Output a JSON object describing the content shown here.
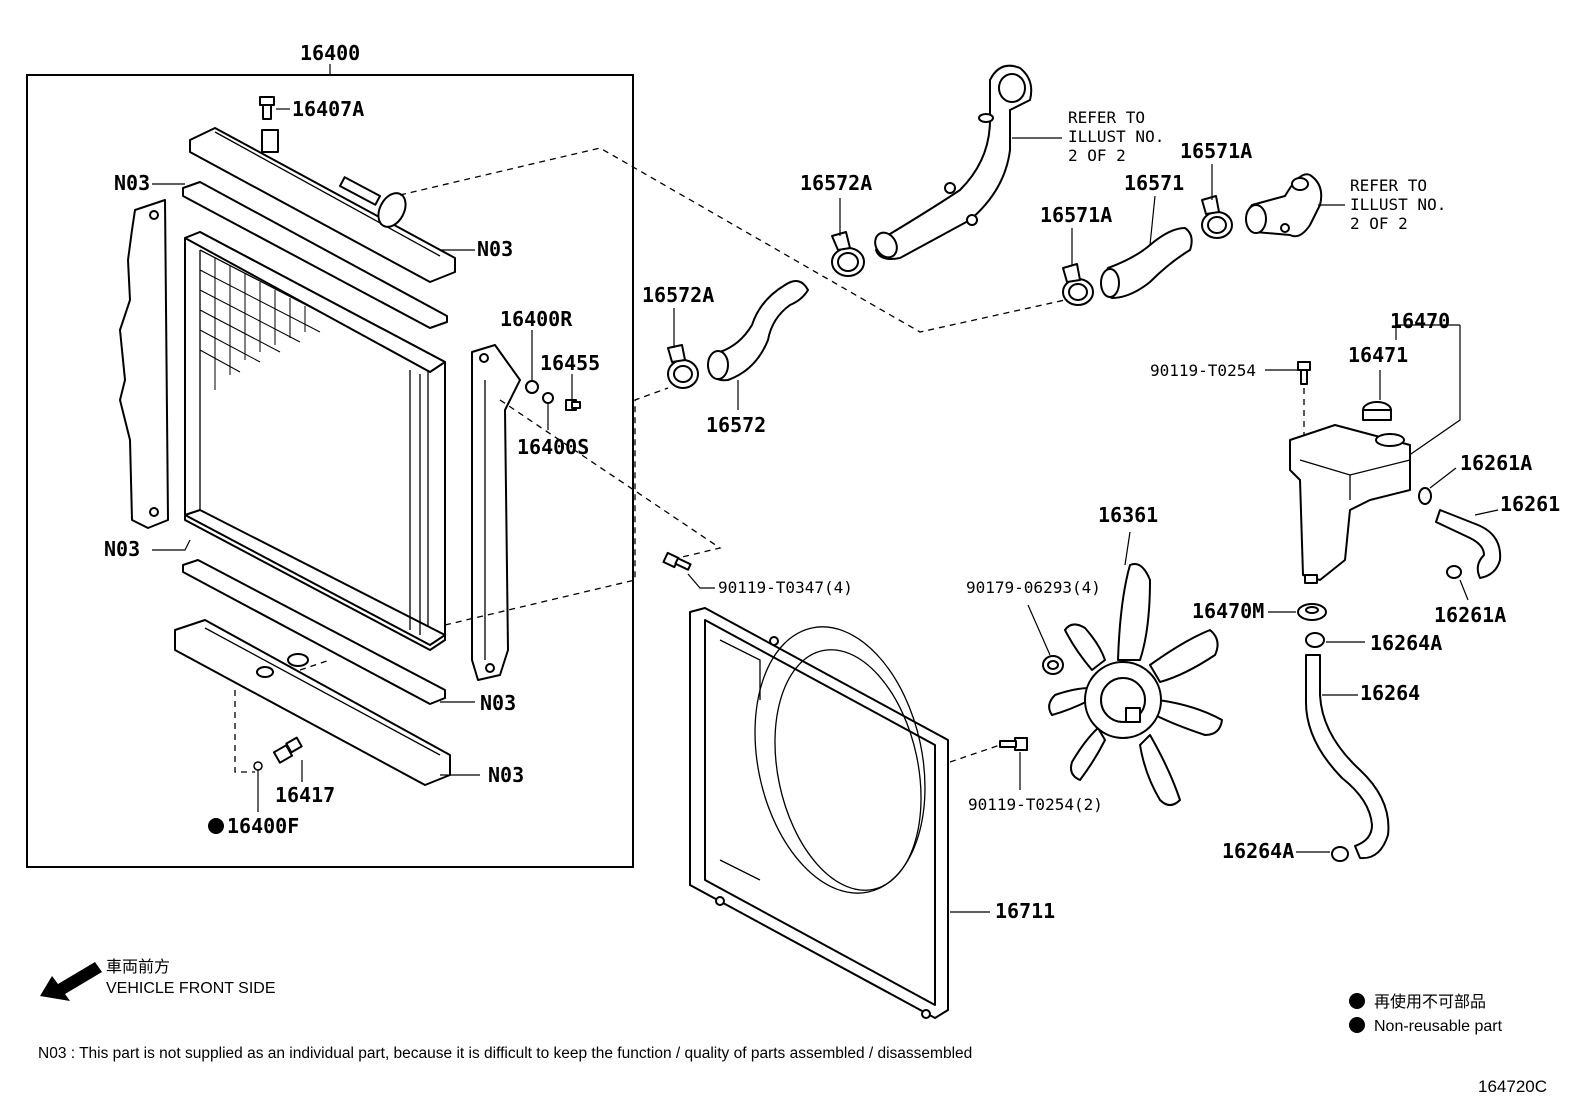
{
  "labels": {
    "radiator_assy": "16400",
    "drain_cock_plug": "16407A",
    "gasket_upper": "N03",
    "tank_upper": "N03",
    "support_left_lower": "N03",
    "gasket_lower": "N03",
    "tank_lower": "N03",
    "bracket_r": "16400R",
    "bushing": "16455",
    "bracket_s": "16400S",
    "drain_plug": "16417",
    "o_ring": "16400F",
    "hose_16572A_top": "16572A",
    "hose_16572A_left": "16572A",
    "hose_16572": "16572",
    "hose_16571A_left": "16571A",
    "hose_16571": "16571",
    "hose_16571A_right": "16571A",
    "bolt_t0347": "90119-T0347(4)",
    "nut_06293": "90179-06293(4)",
    "fan": "16361",
    "shroud": "16711",
    "bolt_t0254_2": "90119-T0254(2)",
    "reservoir_assy": "16470",
    "bolt_t0254": "90119-T0254",
    "cap": "16471",
    "clamp_16261A_top": "16261A",
    "hose_16261": "16261",
    "clamp_16261A_bottom": "16261A",
    "grommet": "16470M",
    "clamp_16264A_top": "16264A",
    "hose_16264": "16264",
    "clamp_16264A_bottom": "16264A"
  },
  "references": [
    {
      "line1": "REFER TO",
      "line2": "ILLUST NO.",
      "line3": "2 OF 2"
    },
    {
      "line1": "REFER TO",
      "line2": "ILLUST NO.",
      "line3": "2 OF 2"
    }
  ],
  "direction": {
    "jp": "車両前方",
    "en": "VEHICLE FRONT SIDE"
  },
  "legend": {
    "jp": "再使用不可部品",
    "en": "Non-reusable part"
  },
  "footnote": "N03 : This part is not supplied as an individual part, because it is difficult to keep the function / quality of parts assembled / disassembled",
  "illustration_id": "164720C"
}
